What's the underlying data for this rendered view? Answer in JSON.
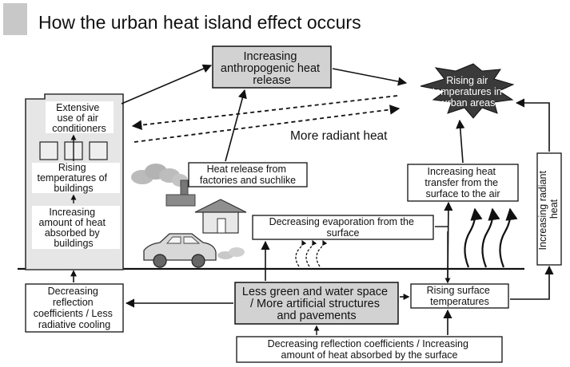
{
  "title": "How the urban heat island effect occurs",
  "nodes": {
    "anthropogenic": [
      "Increasing",
      "anthropogenic heat",
      "release"
    ],
    "rising_air": [
      "Rising air",
      "temperatures in",
      "urban areas"
    ],
    "air_conditioners": [
      "Extensive",
      "use of air",
      "conditioners"
    ],
    "rising_buildings": [
      "Rising",
      "temperatures of",
      "buildings"
    ],
    "heat_absorbed_buildings": [
      "Increasing",
      "amount of heat",
      "absorbed by",
      "buildings"
    ],
    "factories": [
      "Heat release from",
      "factories and suchlike"
    ],
    "evaporation": [
      "Decreasing evaporation from the",
      "surface"
    ],
    "heat_transfer": [
      "Increasing heat",
      "transfer from the",
      "surface to the air"
    ],
    "radiant_vertical": [
      "Increasing radiant",
      "heat"
    ],
    "reflection_left": [
      "Decreasing",
      "reflection",
      "coefficients / Less",
      "radiative cooling"
    ],
    "green_space": [
      "Less green and water space",
      "/ More artificial structures",
      "and pavements"
    ],
    "surface_temps": [
      "Rising surface",
      "temperatures"
    ],
    "reflection_bottom": [
      "Decreasing reflection coefficients / Increasing",
      "amount of heat absorbed by the surface"
    ]
  },
  "labels": {
    "more_radiant_heat": "More radiant heat"
  },
  "colors": {
    "title_bar": "#c8c8c8",
    "highlight_box": "#d2d2d2",
    "building": "#e6e6e6",
    "burst": "#3a3a3a",
    "line": "#111111"
  }
}
